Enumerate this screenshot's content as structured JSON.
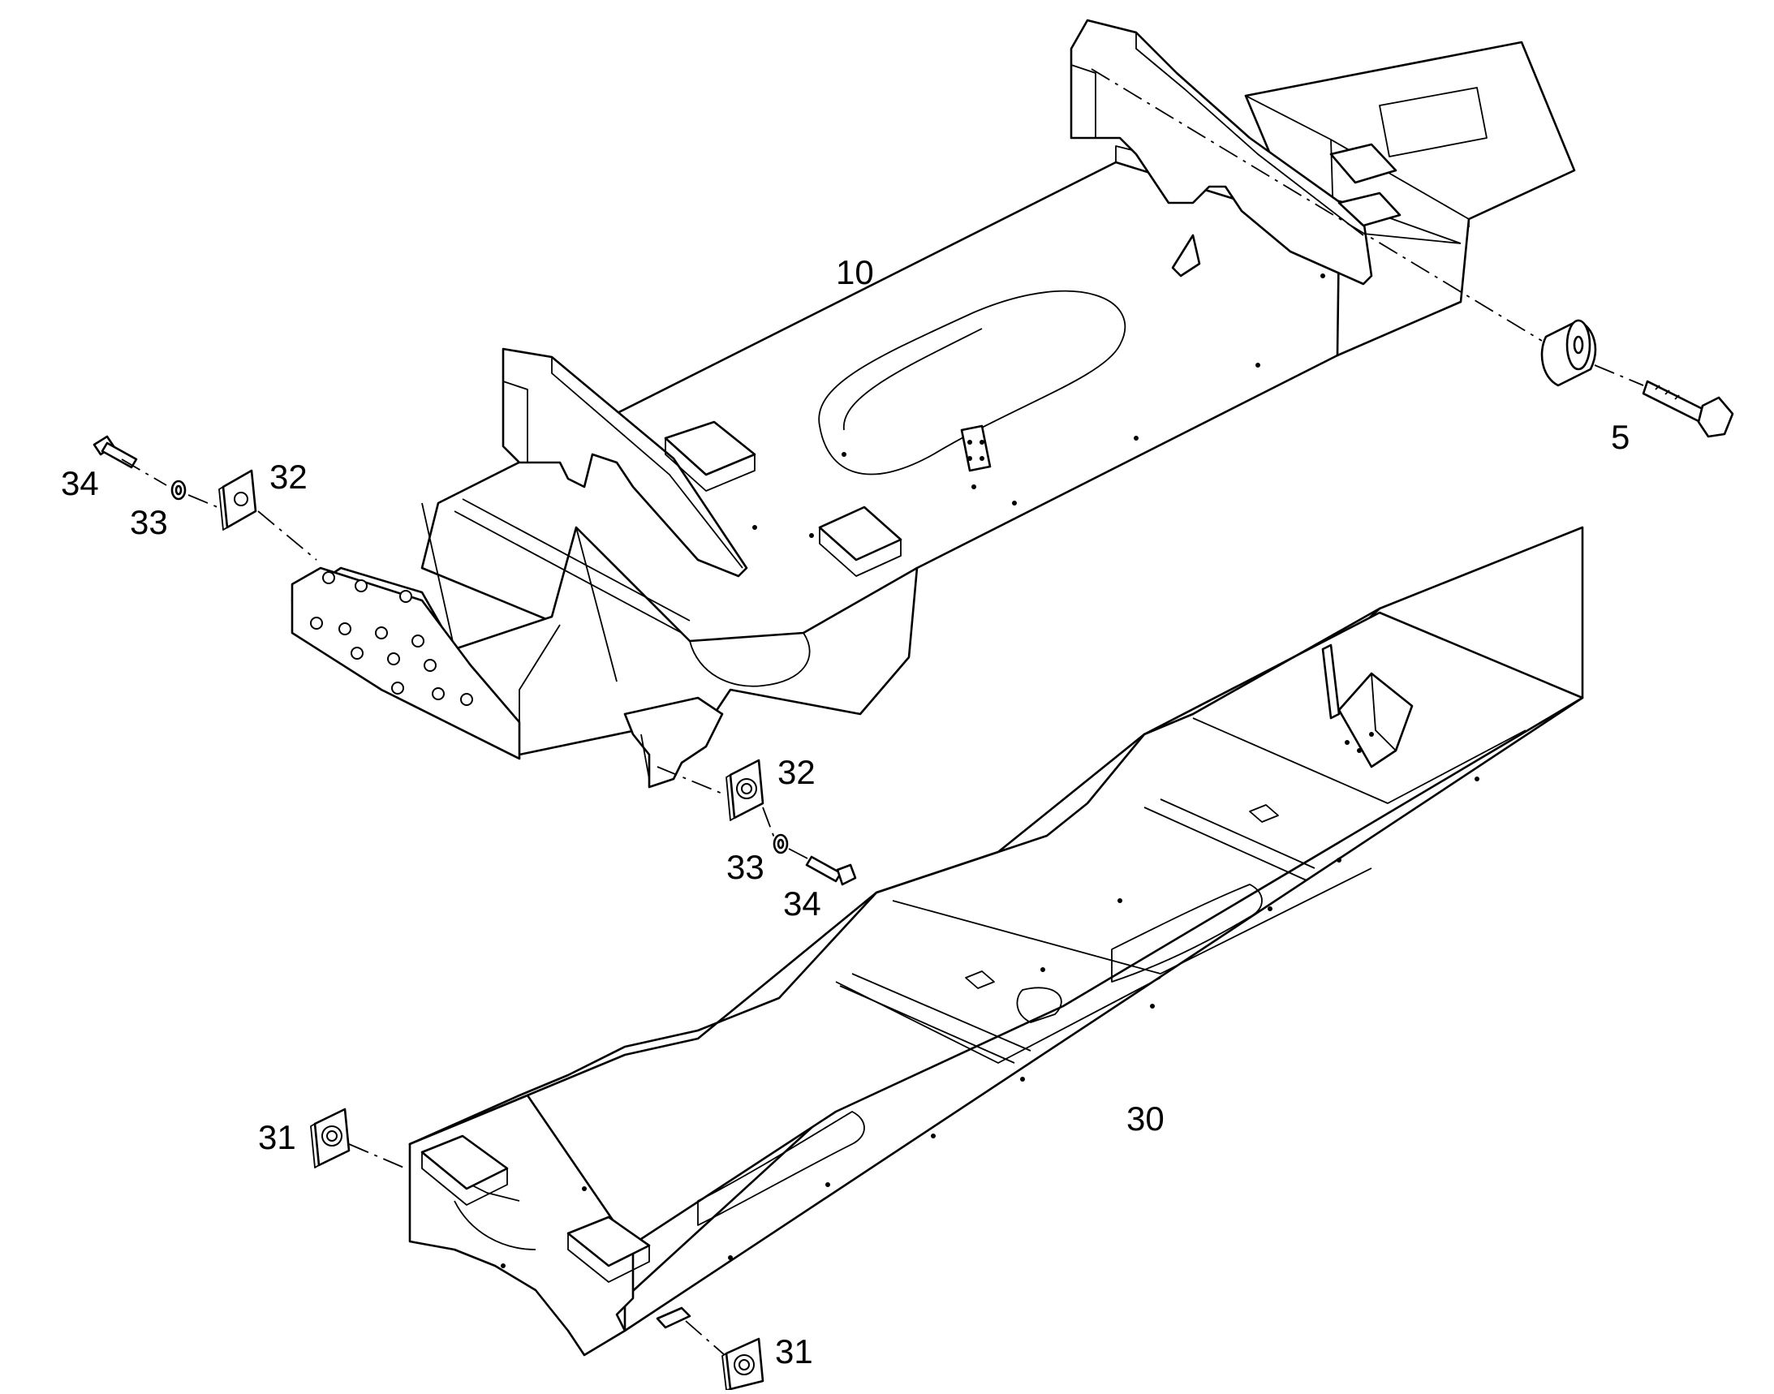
{
  "callouts": {
    "c10": "10",
    "c5": "5",
    "c34_top": "34",
    "c33_top": "33",
    "c32_top": "32",
    "c32_mid": "32",
    "c33_mid": "33",
    "c34_mid": "34",
    "c30": "30",
    "c31_left": "31",
    "c31_bottom": "31"
  },
  "colors": {
    "line": "#000000",
    "background": "#ffffff"
  }
}
